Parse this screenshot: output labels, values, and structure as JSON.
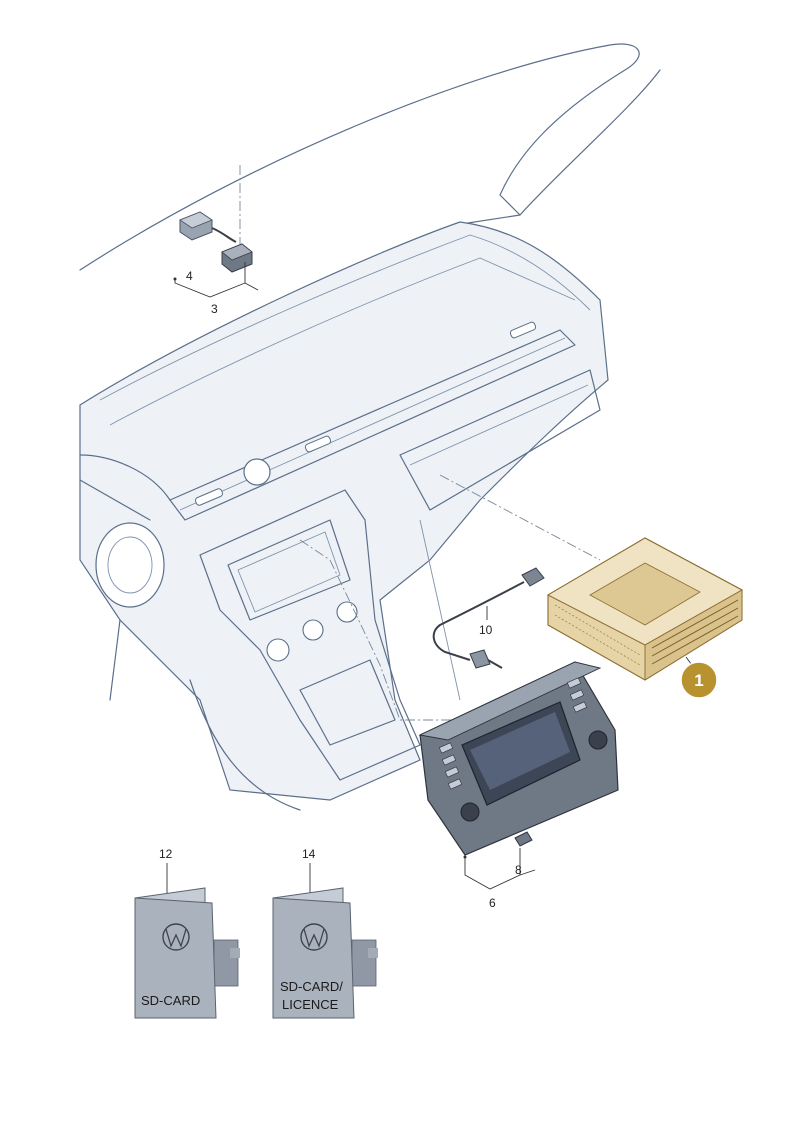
{
  "colors": {
    "dashboard_fill": "#eef2f7",
    "dashboard_stroke": "#5b6f8a",
    "highlight_part": "#e6d3a6",
    "highlight_stroke": "#8a6d2c",
    "badge": "#b8922f",
    "booklet": "#aab2bd",
    "head_unit": "#6f7986",
    "screen": "#3c4656"
  },
  "callouts": {
    "p1": "1",
    "p3": "3",
    "p4": "4",
    "p6": "6",
    "p8": "8",
    "p10": "10",
    "p12": "12",
    "p14": "14"
  },
  "sd_cards": {
    "card_12": {
      "label_line1": "SD-CARD",
      "label_line2": "",
      "icon": "vw-logo-icon"
    },
    "card_14": {
      "label_line1": "SD-CARD/",
      "label_line2": "LICENCE",
      "icon": "vw-logo-icon"
    }
  }
}
